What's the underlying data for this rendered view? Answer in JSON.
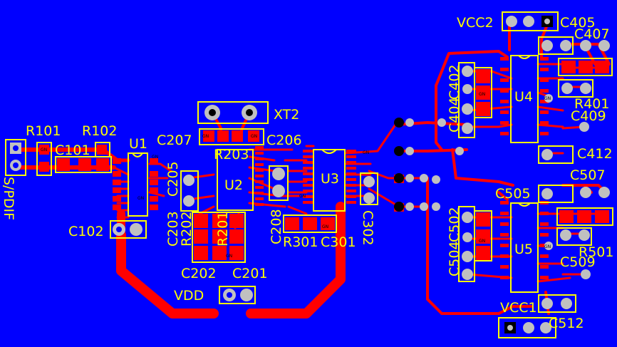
{
  "colors": {
    "background": "#0000ff",
    "trace": "#ff0000",
    "silkscreen": "#ffff00",
    "pad": "#c0c0c0",
    "pad_dark": "#000000"
  },
  "labels": {
    "r101": "R101",
    "r102": "R102",
    "c101": "C101",
    "c102": "C102",
    "u1": "U1",
    "spdif": "S/PDIF",
    "c207": "C207",
    "c206": "C206",
    "r203": "R203",
    "xt2": "XT2",
    "u2": "U2",
    "c205": "C205",
    "c203": "C203",
    "r202": "R202",
    "r201": "R201",
    "c202": "C202",
    "c201": "C201",
    "vdd": "VDD",
    "c208": "C208",
    "u3": "U3",
    "r301": "R301",
    "c301": "C301",
    "c302": "C302",
    "vcc2": "VCC2",
    "c405": "C405",
    "c407": "C407",
    "c402": "C402",
    "c404": "C404",
    "u4": "U4",
    "r401": "R401",
    "c409": "C409",
    "c412": "C412",
    "c507": "C507",
    "c505": "C505",
    "c502": "C502",
    "c504": "C504",
    "u5": "U5",
    "r501": "R501",
    "c509": "C509",
    "vcc1": "VCC1",
    "c512": "C512"
  }
}
